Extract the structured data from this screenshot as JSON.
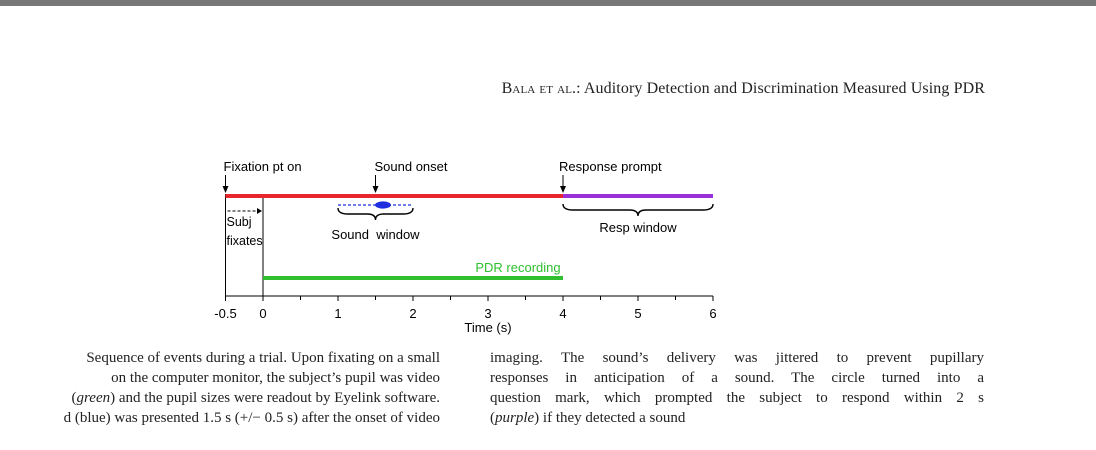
{
  "header": {
    "author": "Bala et al.",
    "title_rest": ": Auditory Detection and Discrimination Measured Using PDR"
  },
  "figure": {
    "labels": {
      "fixation": "Fixation pt on",
      "sound_onset": "Sound onset",
      "response_prompt": "Response prompt",
      "subj": "Subj",
      "fixates": "fixates",
      "sound_window": "Sound  window",
      "resp_window": "Resp window",
      "pdr": "PDR recording"
    },
    "colors": {
      "red": "#e8262b",
      "purple": "#9b30d9",
      "green": "#2fbf2f",
      "blue": "#1f2fe0"
    }
  },
  "chart_data": {
    "type": "timeline",
    "xlabel": "Time (s)",
    "xlim": [
      -0.5,
      6
    ],
    "ticks": [
      {
        "v": -0.5,
        "label": "-0.5"
      },
      {
        "v": 0,
        "label": "0"
      },
      {
        "v": 1,
        "label": "1"
      },
      {
        "v": 2,
        "label": "2"
      },
      {
        "v": 3,
        "label": "3"
      },
      {
        "v": 4,
        "label": "4"
      },
      {
        "v": 5,
        "label": "5"
      },
      {
        "v": 6,
        "label": "6"
      }
    ],
    "minor_ticks": [
      0.5,
      1.5,
      2.5,
      3.5,
      4.5,
      5.5
    ],
    "segments": [
      {
        "name": "fixation",
        "start": -0.5,
        "end": 4,
        "color": "#e8262b"
      },
      {
        "name": "response",
        "start": 4,
        "end": 6,
        "color": "#9b30d9"
      },
      {
        "name": "PDR recording",
        "start": 0,
        "end": 4,
        "color": "#2fbf2f"
      },
      {
        "name": "sound window",
        "start": 1,
        "end": 2,
        "color": "#1f2fe0"
      }
    ],
    "events": [
      {
        "name": "Fixation pt on",
        "t": -0.5
      },
      {
        "name": "Sound onset",
        "t": 1.5
      },
      {
        "name": "Response prompt",
        "t": 4
      }
    ]
  },
  "caption": {
    "left": [
      "Sequence of events during a trial. Upon fixating on a small",
      "on the computer monitor, the subject’s pupil was video",
      "(green) and the pupil sizes were readout by Eyelink software.",
      "d (blue) was presented 1.5 s (+/− 0.5 s) after the onset of video"
    ],
    "right": [
      "imaging. The sound’s delivery was jittered to prevent pupillary",
      "responses in anticipation of a sound. The circle turned into a",
      "question mark, which prompted the subject to respond within 2 s",
      "(purple) if they detected a sound"
    ]
  }
}
